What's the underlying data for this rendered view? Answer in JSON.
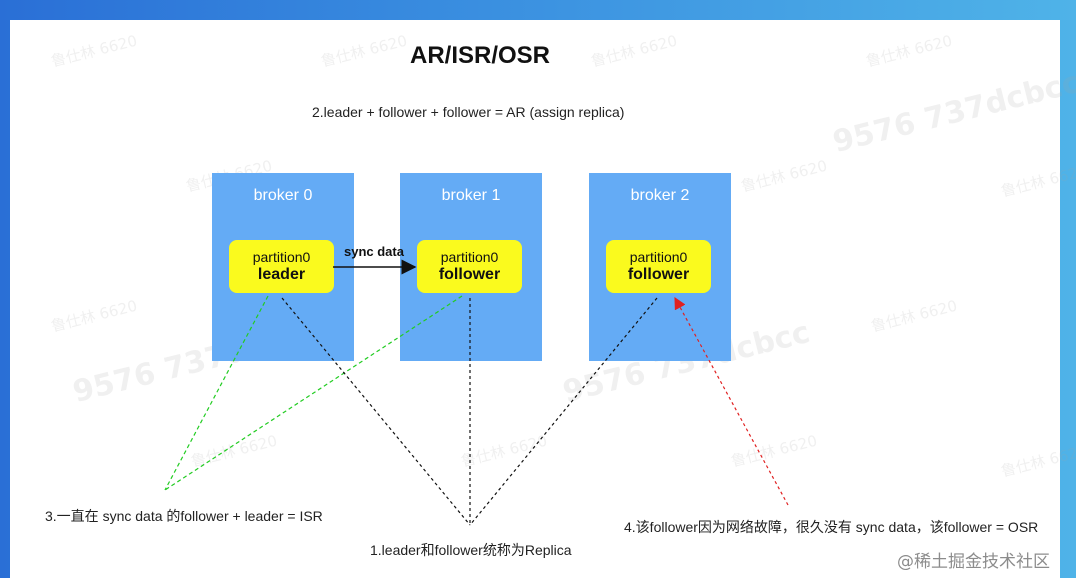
{
  "title": "AR/ISR/OSR",
  "notes": {
    "ar": "2.leader + follower + follower = AR (assign replica)",
    "isr": "3.一直在 sync data 的follower + leader  = ISR",
    "replica": "1.leader和follower统称为Replica",
    "osr": "4.该follower因为网络故障，很久没有 sync data，该follower = OSR"
  },
  "brokers": [
    {
      "label": "broker 0",
      "partition": "partition0",
      "role": "leader"
    },
    {
      "label": "broker 1",
      "partition": "partition0",
      "role": "follower"
    },
    {
      "label": "broker 2",
      "partition": "partition0",
      "role": "follower"
    }
  ],
  "sync_label": "sync data",
  "watermarks": {
    "name": "鲁仕林 6620",
    "code": "9576 737dcbcc"
  },
  "brand": "@稀土掘金技术社区",
  "colors": {
    "broker": "#64abf5",
    "partition": "#fafa1e",
    "isr_line": "#22cc22",
    "osr_line": "#e02020",
    "replica_line": "#111111"
  }
}
